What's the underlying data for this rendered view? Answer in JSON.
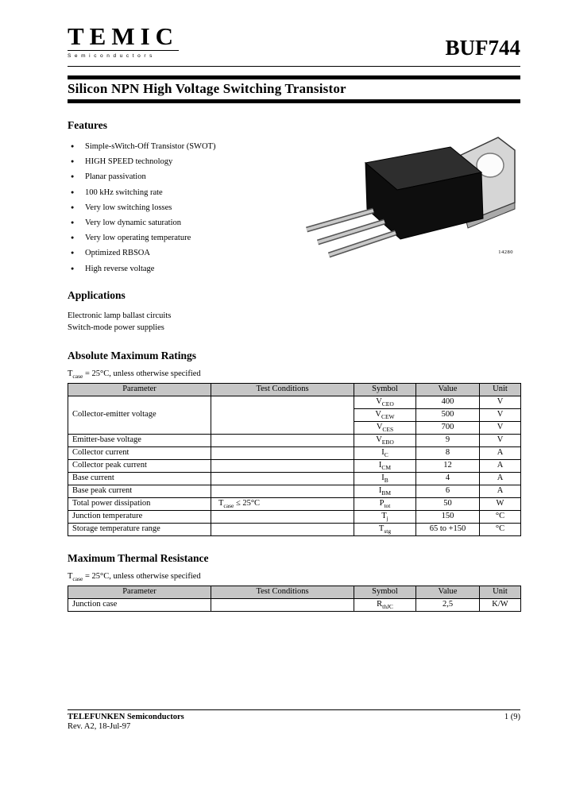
{
  "header": {
    "logo": "TEMIC",
    "logo_sub": "Semiconductors",
    "part_number": "BUF744"
  },
  "title": "Silicon NPN High Voltage Switching Transistor",
  "features": {
    "heading": "Features",
    "items": [
      "Simple-sWitch-Off Transistor (SWOT)",
      "HIGH SPEED technology",
      "Planar passivation",
      "100 kHz switching rate",
      "Very low switching losses",
      "Very low dynamic saturation",
      "Very low operating temperature",
      "Optimized RBSOA",
      "High reverse voltage"
    ]
  },
  "package": {
    "figure_label": "14280"
  },
  "applications": {
    "heading": "Applications",
    "items": [
      "Electronic lamp ballast circuits",
      "Switch-mode power supplies"
    ]
  },
  "abs_max": {
    "heading": "Absolute Maximum Ratings",
    "condition": {
      "pre": "T",
      "sub": "case",
      "post": " = 25°C, unless otherwise specified"
    },
    "columns": [
      "Parameter",
      "Test Conditions",
      "Symbol",
      "Value",
      "Unit"
    ],
    "rows": [
      {
        "parameter": "Collector-emitter voltage",
        "param_rowspan": 3,
        "condition": null,
        "symbol": {
          "pre": "V",
          "sub": "CEO"
        },
        "value": "400",
        "unit": "V"
      },
      {
        "parameter": null,
        "condition": null,
        "symbol": {
          "pre": "V",
          "sub": "CEW"
        },
        "value": "500",
        "unit": "V"
      },
      {
        "parameter": null,
        "condition": null,
        "symbol": {
          "pre": "V",
          "sub": "CES"
        },
        "value": "700",
        "unit": "V"
      },
      {
        "parameter": "Emitter-base voltage",
        "condition": null,
        "symbol": {
          "pre": "V",
          "sub": "EBO"
        },
        "value": "9",
        "unit": "V"
      },
      {
        "parameter": "Collector current",
        "condition": null,
        "symbol": {
          "pre": "I",
          "sub": "C"
        },
        "value": "8",
        "unit": "A"
      },
      {
        "parameter": "Collector peak current",
        "condition": null,
        "symbol": {
          "pre": "I",
          "sub": "CM"
        },
        "value": "12",
        "unit": "A"
      },
      {
        "parameter": "Base current",
        "condition": null,
        "symbol": {
          "pre": "I",
          "sub": "B"
        },
        "value": "4",
        "unit": "A"
      },
      {
        "parameter": "Base peak current",
        "condition": null,
        "symbol": {
          "pre": "I",
          "sub": "BM"
        },
        "value": "6",
        "unit": "A"
      },
      {
        "parameter": "Total power dissipation",
        "condition": {
          "pre": "T",
          "sub": "case",
          "post": " ≤ 25°C"
        },
        "symbol": {
          "pre": "P",
          "sub": "tot"
        },
        "value": "50",
        "unit": "W"
      },
      {
        "parameter": "Junction temperature",
        "condition": null,
        "symbol": {
          "pre": "T",
          "sub": "j"
        },
        "value": "150",
        "unit": "°C"
      },
      {
        "parameter": "Storage temperature range",
        "condition": null,
        "symbol": {
          "pre": "T",
          "sub": "stg"
        },
        "value": "65 to +150",
        "unit": "°C"
      }
    ]
  },
  "thermal": {
    "heading": "Maximum Thermal Resistance",
    "condition": {
      "pre": "T",
      "sub": "case",
      "post": " = 25°C, unless otherwise specified"
    },
    "columns": [
      "Parameter",
      "Test Conditions",
      "Symbol",
      "Value",
      "Unit"
    ],
    "rows": [
      {
        "parameter": "Junction case",
        "condition": null,
        "symbol": {
          "pre": "R",
          "sub": "thJC"
        },
        "value": "2,5",
        "unit": "K/W"
      }
    ]
  },
  "footer": {
    "company": "TELEFUNKEN Semiconductors",
    "revision": "Rev. A2, 18-Jul-97",
    "page": "1 (9)"
  }
}
